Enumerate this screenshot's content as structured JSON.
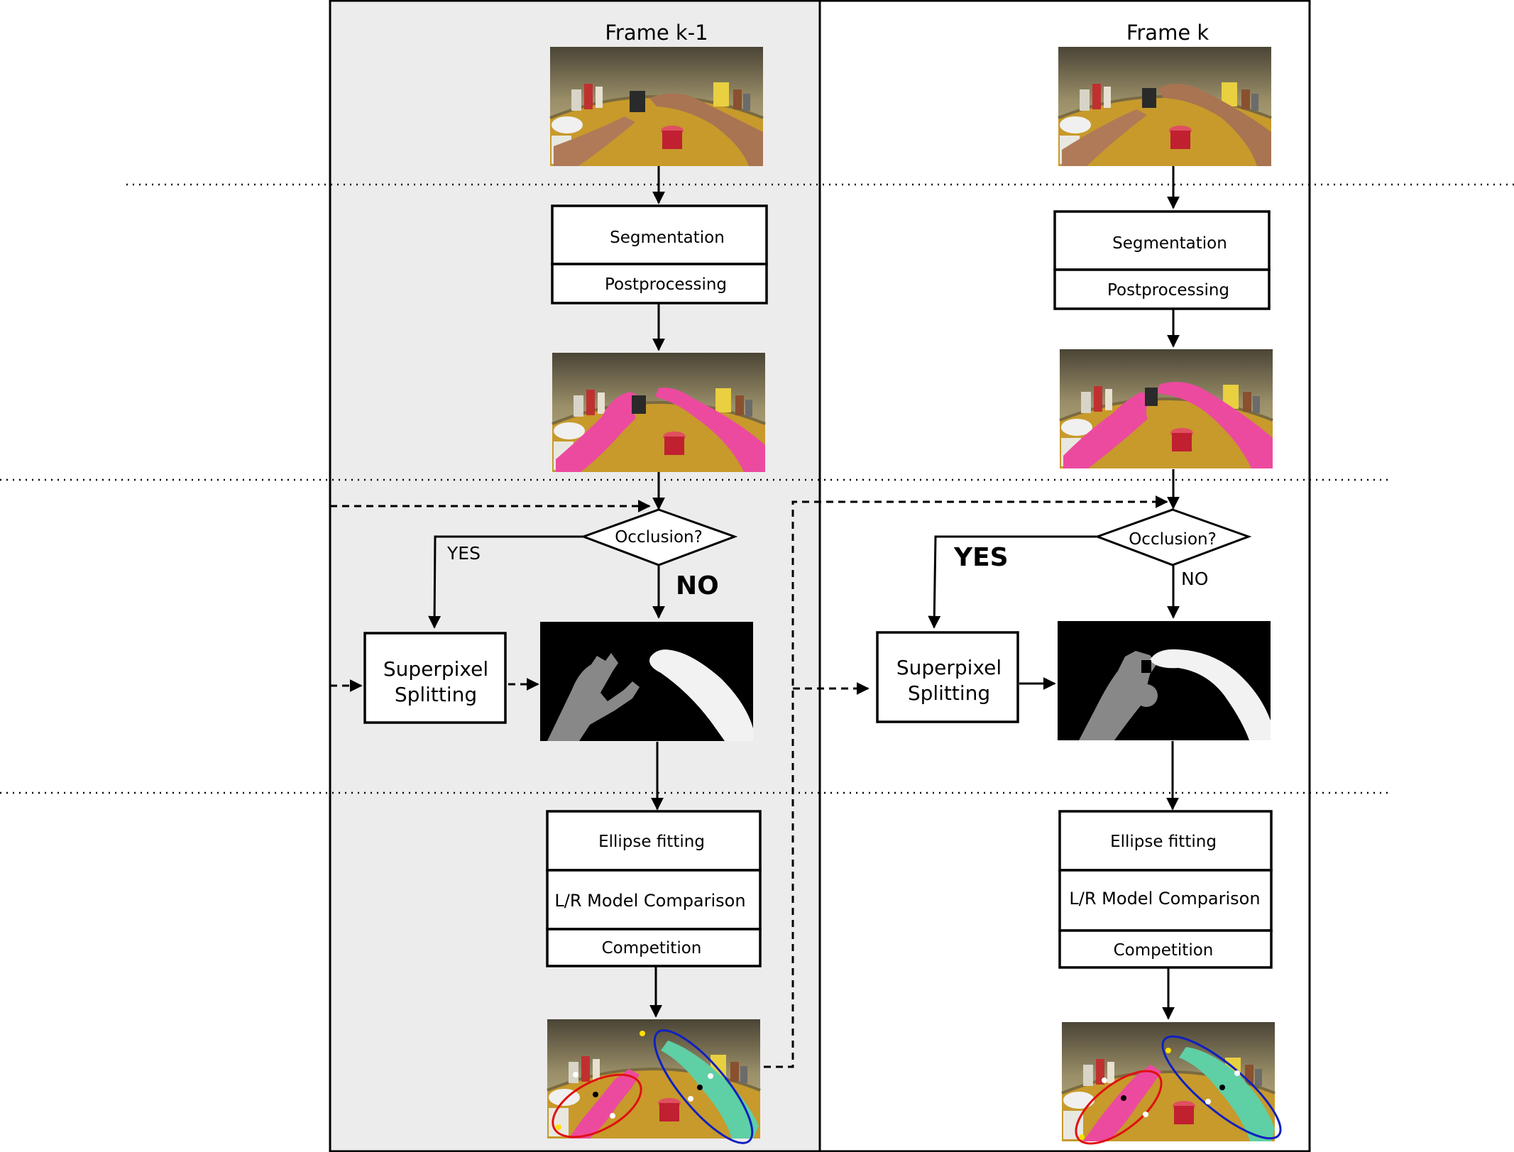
{
  "columns": [
    {
      "frame_label": "Frame k-1",
      "step1": {
        "top": "Segmentation",
        "bottom": "Postprocessing"
      },
      "decision": "Occlusion?",
      "yes_label": "YES",
      "no_label": "NO",
      "splitting": {
        "line1": "Superpixel",
        "line2": "Splitting"
      },
      "step2": {
        "top": "Ellipse fitting",
        "middle": "L/R Model Comparison",
        "bottom": "Competition"
      }
    },
    {
      "frame_label": "Frame k",
      "step1": {
        "top": "Segmentation",
        "bottom": "Postprocessing"
      },
      "decision": "Occlusion?",
      "yes_label": "YES",
      "no_label": "NO",
      "splitting": {
        "line1": "Superpixel",
        "line2": "Splitting"
      },
      "step2": {
        "top": "Ellipse fitting",
        "middle": "L/R Model Comparison",
        "bottom": "Competition"
      }
    }
  ],
  "colors": {
    "panel_left_bg": "#ececec",
    "panel_right_bg": "#ffffff",
    "left_hand": "#ec4a9f",
    "right_hand": "#5fcfa5",
    "ellipse_left": "#e01010",
    "ellipse_right": "#1020c0",
    "mask_left_hand": "#888888",
    "mask_right_hand": "#f2f2f2"
  },
  "icons": [
    "camera-frame-image",
    "segmented-image",
    "binary-mask-image",
    "ellipse-result-image"
  ]
}
